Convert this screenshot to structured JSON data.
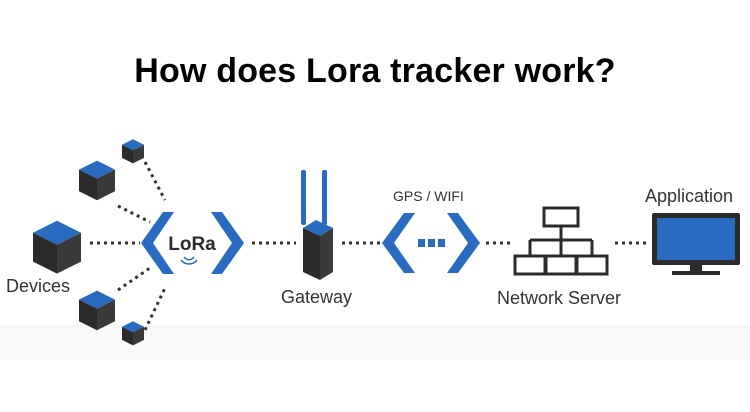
{
  "title": "How does Lora tracker work?",
  "labels": {
    "devices": "Devices",
    "gateway": "Gateway",
    "link": "GPS / WIFI",
    "network_server": "Network Server",
    "application": "Application"
  },
  "lora_logo": "LoRa",
  "colors": {
    "blue": "#2a6bc2",
    "dark": "#2b2b2b",
    "cube_top": "#2a6bc2",
    "cube_side": "#222222",
    "dots": "#333333"
  },
  "icons": [
    "cube-icon",
    "lora-logo-icon",
    "gateway-icon",
    "network-server-icon",
    "monitor-icon"
  ]
}
